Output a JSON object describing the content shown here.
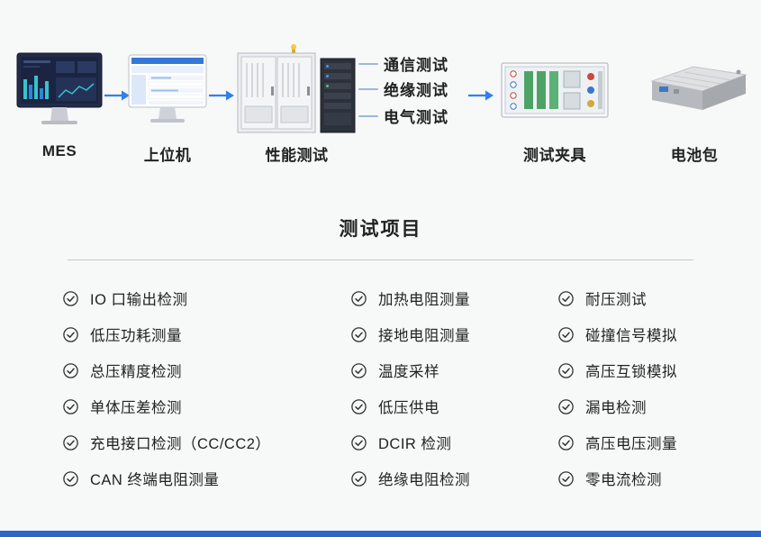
{
  "flow": {
    "nodes": [
      {
        "label": "MES"
      },
      {
        "label": "上位机"
      },
      {
        "label": "性能测试"
      },
      {
        "label": "测试夹具"
      },
      {
        "label": "电池包"
      }
    ],
    "test_lines": [
      "通信测试",
      "绝缘测试",
      "电气测试"
    ]
  },
  "section": {
    "title": "测试项目"
  },
  "checklist": {
    "columns": [
      {
        "items": [
          "IO 口输出检测",
          "低压功耗测量",
          "总压精度检测",
          "单体压差检测",
          "充电接口检测（CC/CC2）",
          "CAN 终端电阻测量"
        ]
      },
      {
        "items": [
          "加热电阻测量",
          "接地电阻测量",
          "温度采样",
          "低压供电",
          "DCIR 检测",
          "绝缘电阻检测"
        ]
      },
      {
        "items": [
          "耐压测试",
          "碰撞信号模拟",
          "高压互锁模拟",
          "漏电检测",
          "高压电压测量",
          "零电流检测"
        ]
      }
    ]
  },
  "colors": {
    "accent_blue": "#2f80ed",
    "bottom_bar_blue": "#2e66c7",
    "background": "#f7f8f8",
    "text_dark": "#222222"
  }
}
